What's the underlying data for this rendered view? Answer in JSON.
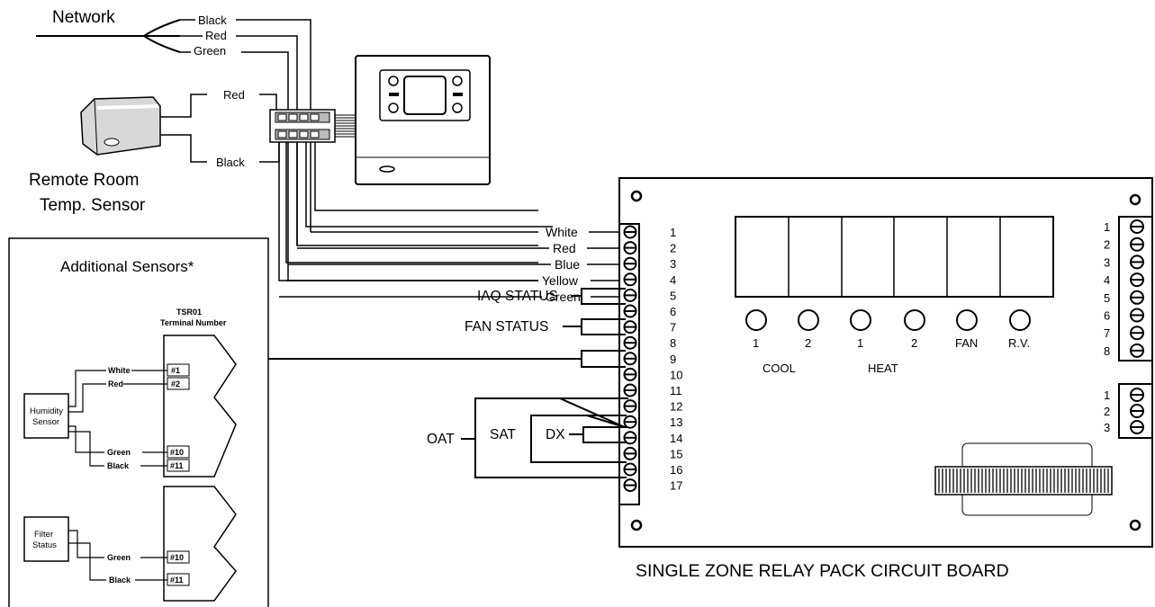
{
  "network": {
    "title": "Network",
    "wires": [
      "Black",
      "Red",
      "Green"
    ]
  },
  "remote_sensor": {
    "title_line1": "Remote Room",
    "title_line2": "Temp. Sensor",
    "wires": [
      "Red",
      "Black"
    ]
  },
  "board": {
    "title": "SINGLE ZONE RELAY PACK CIRCUIT BOARD",
    "left_terminals": [
      "1",
      "2",
      "3",
      "4",
      "5",
      "6",
      "7",
      "8",
      "9",
      "10",
      "11",
      "12",
      "13",
      "14",
      "15",
      "16",
      "17"
    ],
    "right_terminals_a": [
      "1",
      "2",
      "3",
      "4",
      "5",
      "6",
      "7",
      "8"
    ],
    "right_terminals_b": [
      "1",
      "2",
      "3"
    ],
    "led_labels": [
      "1",
      "2",
      "1",
      "2",
      "FAN",
      "R.V."
    ],
    "group_labels": [
      "COOL",
      "HEAT"
    ]
  },
  "thermostat_wires": [
    "White",
    "Red",
    "Blue",
    "Yellow",
    "Green"
  ],
  "status_labels": {
    "iaq": "IAQ STATUS",
    "fan": "FAN STATUS",
    "oat": "OAT",
    "sat": "SAT",
    "dx": "DX"
  },
  "additional_sensors": {
    "title": "Additional Sensors*",
    "header_line1": "TSR01",
    "header_line2": "Terminal Number",
    "humidity": {
      "line1": "Humidity",
      "line2": "Sensor",
      "wires": [
        "White",
        "Red",
        "Green",
        "Black"
      ],
      "terminals": [
        "#1",
        "#2",
        "#10",
        "#11"
      ]
    },
    "filter": {
      "line1": "Filter",
      "line2": "Status",
      "wires": [
        "Green",
        "Black"
      ],
      "terminals": [
        "#10",
        "#11"
      ]
    }
  }
}
